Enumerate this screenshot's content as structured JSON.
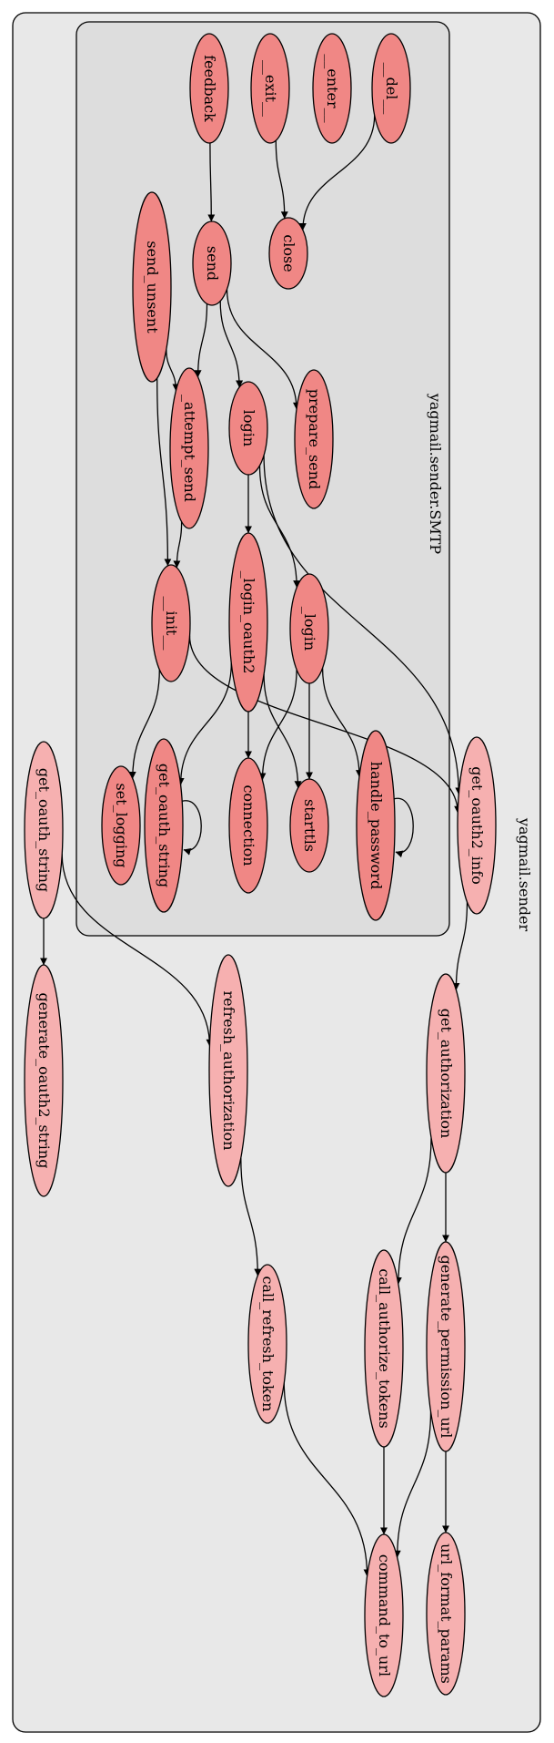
{
  "clusters": {
    "outer": {
      "label": "yagmail.sender"
    },
    "inner": {
      "label": "yagmail.sender.SMTP"
    }
  },
  "colors": {
    "outer_fill": "#e8e8e8",
    "inner_fill": "#dddddd",
    "node_dark": "#f08785",
    "node_light": "#f6b0b0",
    "stroke": "#000000"
  },
  "nodes": {
    "feedback": {
      "label": "feedback",
      "style": "dark"
    },
    "exit": {
      "label": "__exit__",
      "style": "dark"
    },
    "enter": {
      "label": "__enter__",
      "style": "dark"
    },
    "del": {
      "label": "__del__",
      "style": "dark"
    },
    "send_unsent": {
      "label": "send_unsent",
      "style": "dark"
    },
    "send": {
      "label": "send",
      "style": "dark"
    },
    "close": {
      "label": "close",
      "style": "dark"
    },
    "attempt_send": {
      "label": "_attempt_send",
      "style": "dark"
    },
    "login": {
      "label": "login",
      "style": "dark"
    },
    "prepare_send": {
      "label": "prepare_send",
      "style": "dark"
    },
    "init": {
      "label": "__init__",
      "style": "dark"
    },
    "login_oauth2": {
      "label": "_login_oauth2",
      "style": "dark"
    },
    "_login": {
      "label": "_login",
      "style": "dark"
    },
    "set_logging": {
      "label": "set_logging",
      "style": "dark"
    },
    "get_oauth_string_inner": {
      "label": "get_oauth_string",
      "style": "dark"
    },
    "connection": {
      "label": "connection",
      "style": "dark"
    },
    "starttls": {
      "label": "starttls",
      "style": "dark"
    },
    "handle_password": {
      "label": "handle_password",
      "style": "dark"
    },
    "get_oauth_string_outer": {
      "label": "get_oauth_string",
      "style": "light"
    },
    "generate_oauth2_string": {
      "label": "generate_oauth2_string",
      "style": "light"
    },
    "get_oauth2_info": {
      "label": "get_oauth2_info",
      "style": "light"
    },
    "refresh_authorization": {
      "label": "refresh_authorization",
      "style": "light"
    },
    "get_authorization": {
      "label": "get_authorization",
      "style": "light"
    },
    "call_refresh_token": {
      "label": "call_refresh_token",
      "style": "light"
    },
    "call_authorize_tokens": {
      "label": "call_authorize_tokens",
      "style": "light"
    },
    "generate_permission_url": {
      "label": "generate_permission_url",
      "style": "light"
    },
    "command_to_url": {
      "label": "command_to_url",
      "style": "light"
    },
    "url_format_params": {
      "label": "url_format_params",
      "style": "light"
    }
  },
  "edges": [
    [
      "feedback",
      "send"
    ],
    [
      "exit",
      "close"
    ],
    [
      "del",
      "close"
    ],
    [
      "send",
      "attempt_send"
    ],
    [
      "send",
      "login"
    ],
    [
      "send",
      "prepare_send"
    ],
    [
      "send_unsent",
      "attempt_send"
    ],
    [
      "send_unsent",
      "init"
    ],
    [
      "attempt_send",
      "init"
    ],
    [
      "login",
      "login_oauth2"
    ],
    [
      "login",
      "_login"
    ],
    [
      "login",
      "get_oauth2_info"
    ],
    [
      "init",
      "set_logging"
    ],
    [
      "init",
      "get_oauth2_info"
    ],
    [
      "login_oauth2",
      "get_oauth_string_inner"
    ],
    [
      "login_oauth2",
      "connection"
    ],
    [
      "login_oauth2",
      "starttls"
    ],
    [
      "_login",
      "connection"
    ],
    [
      "_login",
      "starttls"
    ],
    [
      "_login",
      "handle_password"
    ],
    [
      "get_oauth_string_inner",
      "get_oauth_string_inner"
    ],
    [
      "handle_password",
      "handle_password"
    ],
    [
      "get_oauth_string_outer",
      "generate_oauth2_string"
    ],
    [
      "get_oauth_string_outer",
      "refresh_authorization"
    ],
    [
      "get_oauth2_info",
      "get_authorization"
    ],
    [
      "refresh_authorization",
      "call_refresh_token"
    ],
    [
      "get_authorization",
      "call_authorize_tokens"
    ],
    [
      "get_authorization",
      "generate_permission_url"
    ],
    [
      "call_refresh_token",
      "command_to_url"
    ],
    [
      "call_authorize_tokens",
      "command_to_url"
    ],
    [
      "generate_permission_url",
      "command_to_url"
    ],
    [
      "generate_permission_url",
      "url_format_params"
    ]
  ]
}
